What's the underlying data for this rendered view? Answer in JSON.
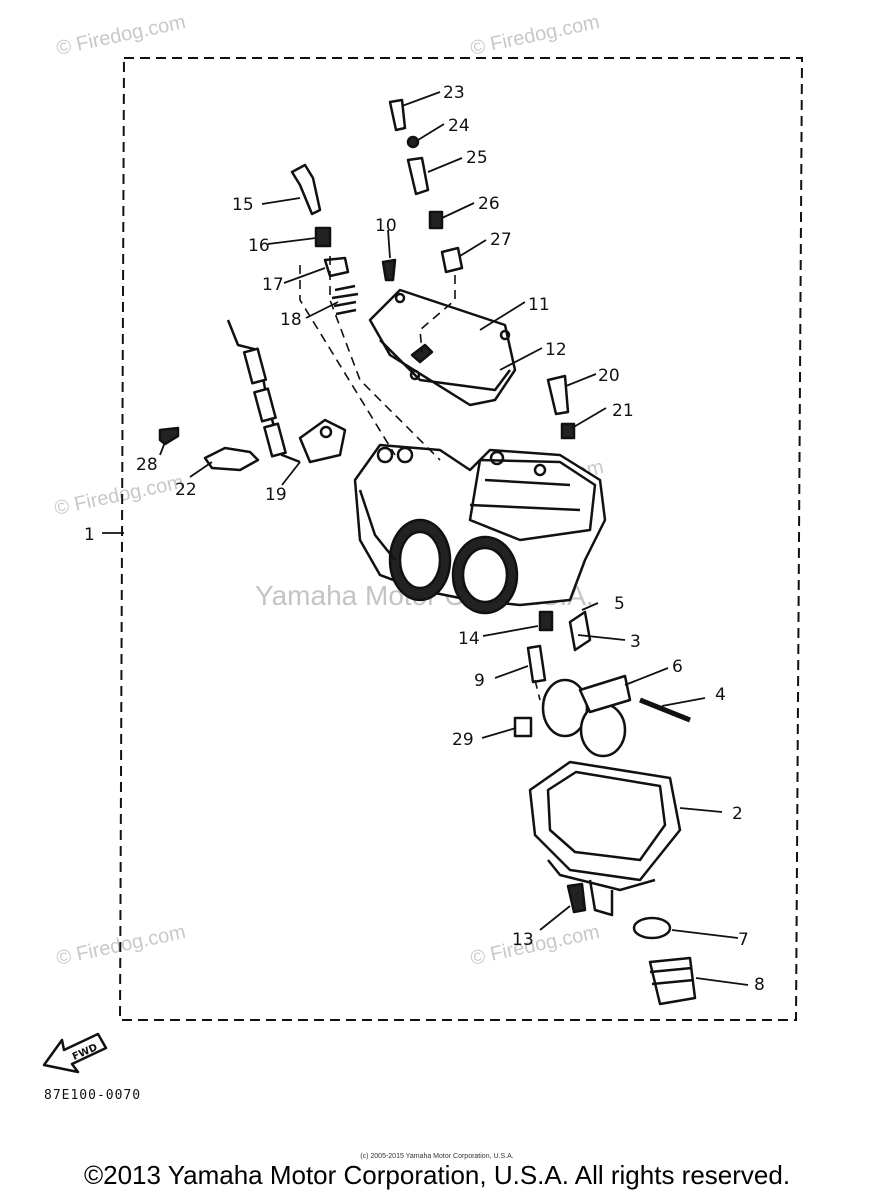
{
  "callouts": [
    {
      "num": "1"
    },
    {
      "num": "2"
    },
    {
      "num": "3"
    },
    {
      "num": "4"
    },
    {
      "num": "5"
    },
    {
      "num": "6"
    },
    {
      "num": "7"
    },
    {
      "num": "8"
    },
    {
      "num": "9"
    },
    {
      "num": "10"
    },
    {
      "num": "11"
    },
    {
      "num": "12"
    },
    {
      "num": "13"
    },
    {
      "num": "14"
    },
    {
      "num": "15"
    },
    {
      "num": "16"
    },
    {
      "num": "17"
    },
    {
      "num": "18"
    },
    {
      "num": "19"
    },
    {
      "num": "20"
    },
    {
      "num": "21"
    },
    {
      "num": "22"
    },
    {
      "num": "23"
    },
    {
      "num": "24"
    },
    {
      "num": "25"
    },
    {
      "num": "26"
    },
    {
      "num": "27"
    },
    {
      "num": "28"
    },
    {
      "num": "29"
    }
  ],
  "watermarks": {
    "firedog": "© Firedog.com",
    "yamaha": "Yamaha Motor Corp U.S.A."
  },
  "fwd_label": "FWD",
  "part_code": "87E100-0070",
  "small_copyright": "(c) 2005-2015 Yamaha Motor Corporation, U.S.A.",
  "footer": "©2013 Yamaha Motor Corporation, U.S.A. All rights reserved."
}
